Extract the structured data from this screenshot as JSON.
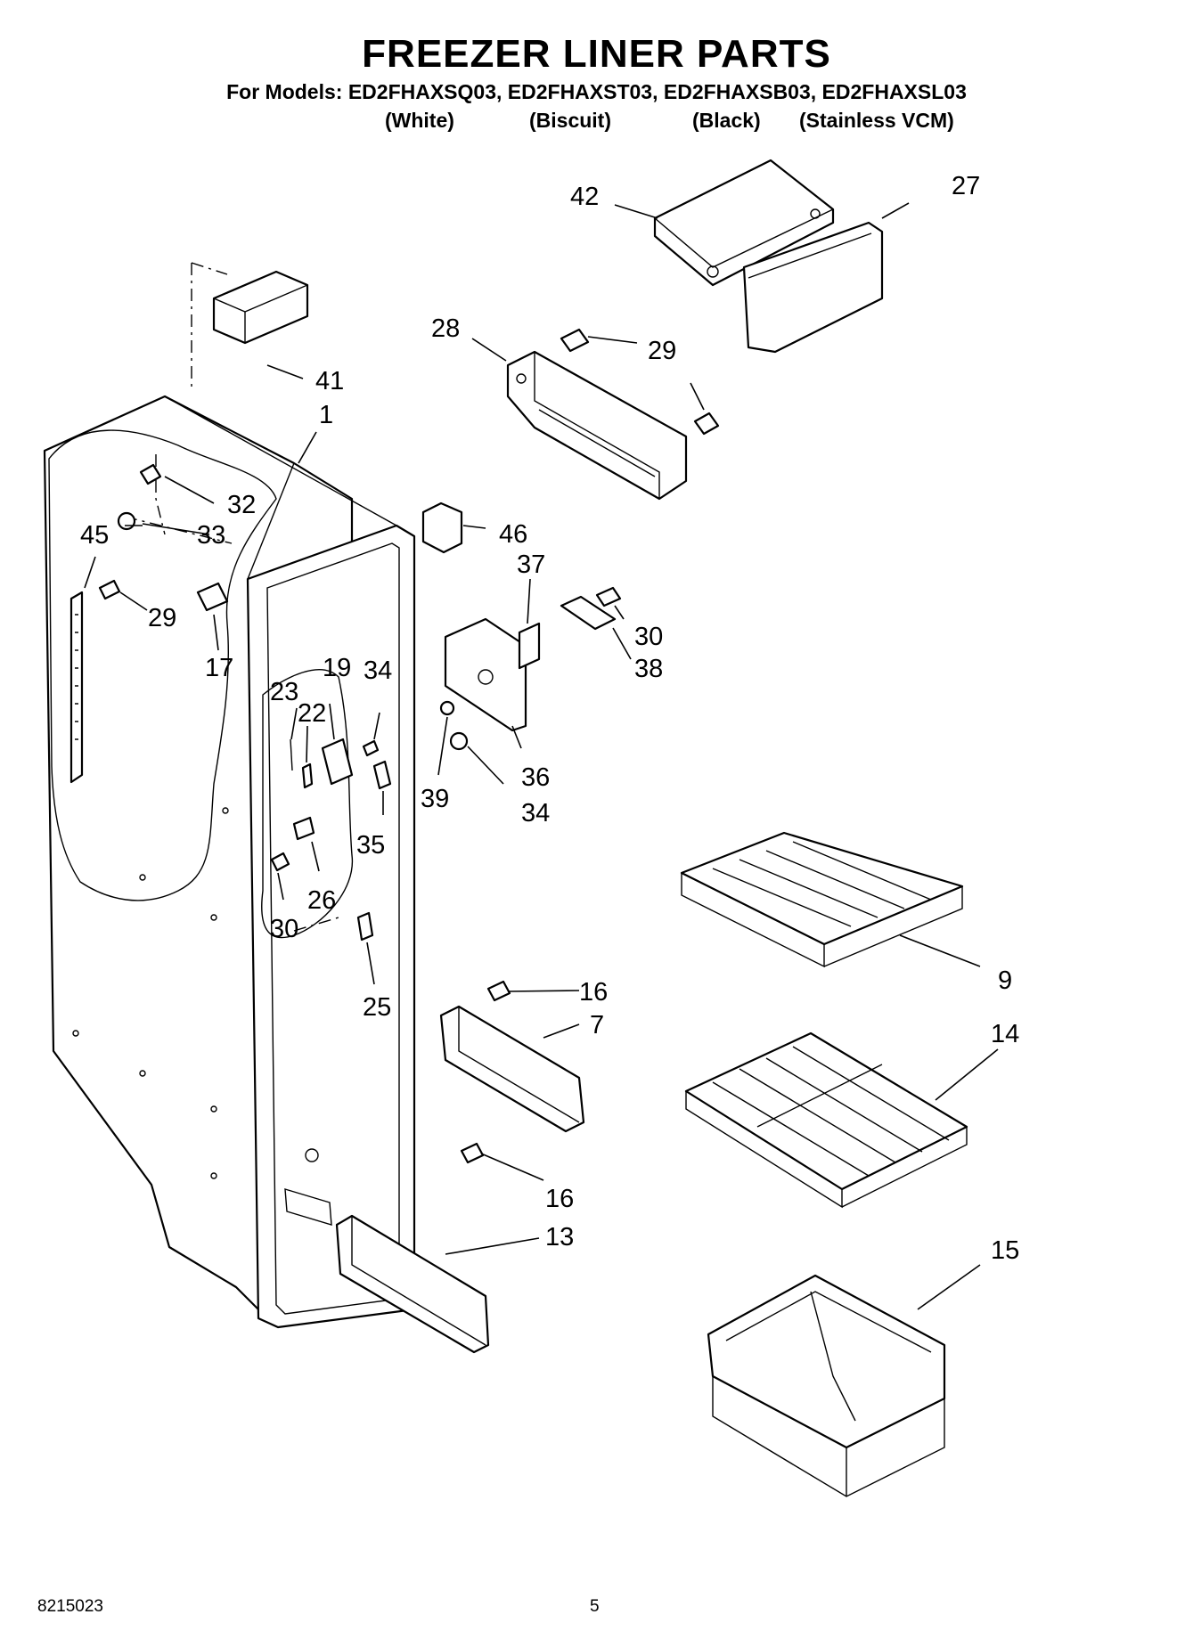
{
  "header": {
    "title": "FREEZER LINER PARTS",
    "models": "For Models: ED2FHAXSQ03, ED2FHAXST03, ED2FHAXSB03, ED2FHAXSL03",
    "colors": {
      "white": "(White)",
      "biscuit": "(Biscuit)",
      "black": "(Black)",
      "stainless": "(Stainless VCM)"
    }
  },
  "callouts": {
    "c1": "1",
    "c7": "7",
    "c9": "9",
    "c13": "13",
    "c14": "14",
    "c15": "15",
    "c16a": "16",
    "c16b": "16",
    "c17": "17",
    "c19": "19",
    "c22": "22",
    "c23": "23",
    "c25": "25",
    "c26": "26",
    "c27": "27",
    "c28": "28",
    "c29a": "29",
    "c29b": "29",
    "c30a": "30",
    "c30b": "30",
    "c32": "32",
    "c33": "33",
    "c34a": "34",
    "c34b": "34",
    "c35": "35",
    "c36": "36",
    "c37": "37",
    "c38": "38",
    "c39": "39",
    "c41": "41",
    "c42": "42",
    "c45": "45",
    "c46": "46"
  },
  "footer": {
    "code": "8215023",
    "page": "5"
  }
}
